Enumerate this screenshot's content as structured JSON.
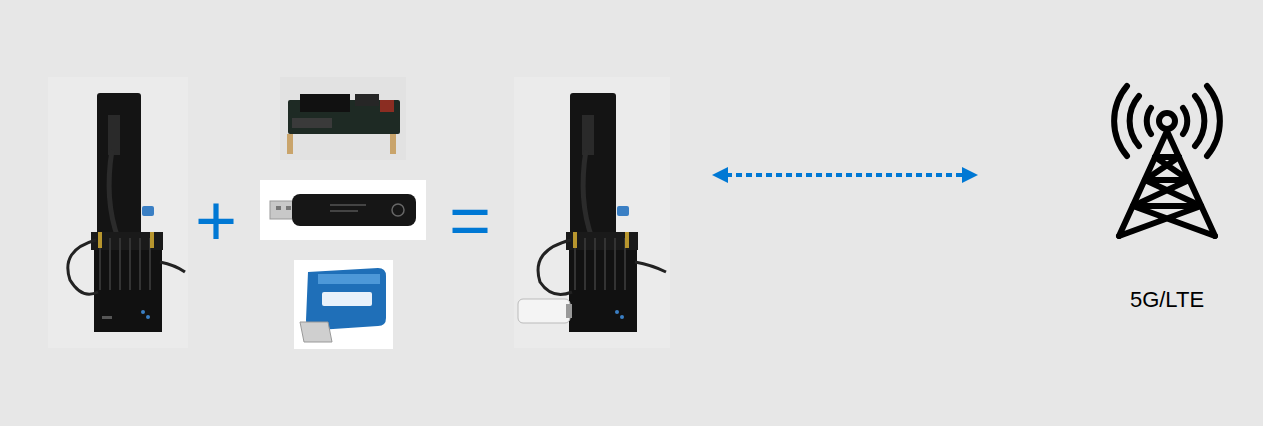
{
  "diagram": {
    "nodes": [
      {
        "text": [
          "5G/LTE"
        ]
      }
    ],
    "labels": [
      "+",
      "="
    ]
  }
}
